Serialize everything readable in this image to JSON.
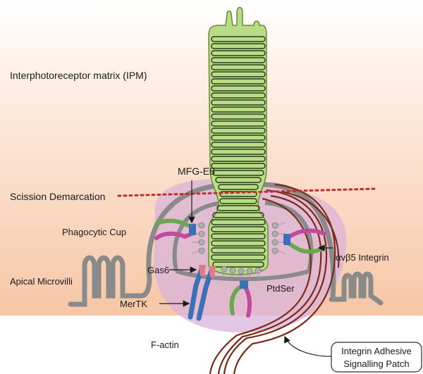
{
  "colors": {
    "ipm_top": "#ffffff",
    "ipm_bottom": "#f6c6a6",
    "rod_fill": "#b9dc86",
    "rod_stroke": "#2a3a1a",
    "membrane": "#8a8a8a",
    "factin_zone": "#d9b3d9",
    "actin_fiber": "#7a2a18",
    "scission_line": "#c0302a",
    "receptor_blue": "#3b6fb6",
    "ligand_magenta": "#c24a9c",
    "integrin_green": "#6aa84f",
    "gas6_pink": "#e07a8a"
  },
  "labels": {
    "ipm": "Interphotoreceptor matrix (IPM)",
    "mfg_e8": "MFG-E8",
    "scission": "Scission Demarcation",
    "phagocytic_cup": "Phagocytic Cup",
    "apical_microvilli": "Apical Microvilli",
    "gas6": "Gas6",
    "mertk": "MerTK",
    "ptdser": "PtdSer",
    "integrin": "αvβ5 Integrin",
    "f_actin": "F-actin",
    "patch_line1": "Integrin Adhesive",
    "patch_line2": "Signalling Patch"
  },
  "icons": {
    "disc_stack": "rod-disc-stack",
    "arrow": "arrow-icon"
  }
}
